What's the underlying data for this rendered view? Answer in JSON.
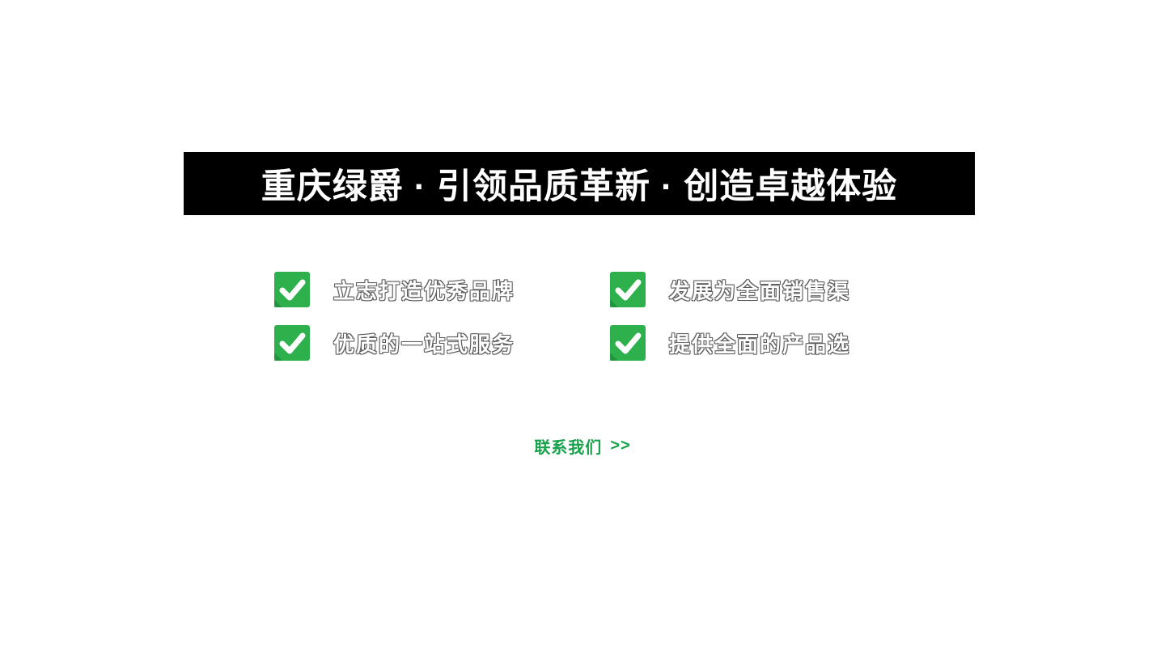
{
  "banner": {
    "title": "重庆绿爵 · 引领品质革新 · 创造卓越体验",
    "bg_color": "#000000",
    "text_color": "#ffffff"
  },
  "features": {
    "icon": "check-icon",
    "icon_color": "#2eb04d",
    "items": [
      {
        "label": "立志打造优秀品牌"
      },
      {
        "label": "发展为全面销售渠"
      },
      {
        "label": "优质的一站式服务"
      },
      {
        "label": "提供全面的产品选"
      }
    ]
  },
  "contact": {
    "label": "联系我们",
    "arrow": ">>",
    "color": "#17a24b"
  }
}
